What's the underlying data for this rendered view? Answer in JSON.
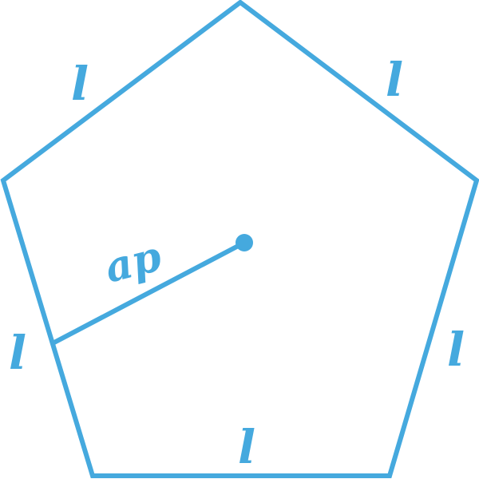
{
  "diagram": {
    "shape": "regular pentagon",
    "stroke_color": "#45a9de",
    "fill_color": "#ffffff",
    "side_labels": {
      "top_left": "l",
      "top_right": "l",
      "left": "l",
      "right": "l",
      "bottom": "l"
    },
    "apothem_label": "ap"
  }
}
